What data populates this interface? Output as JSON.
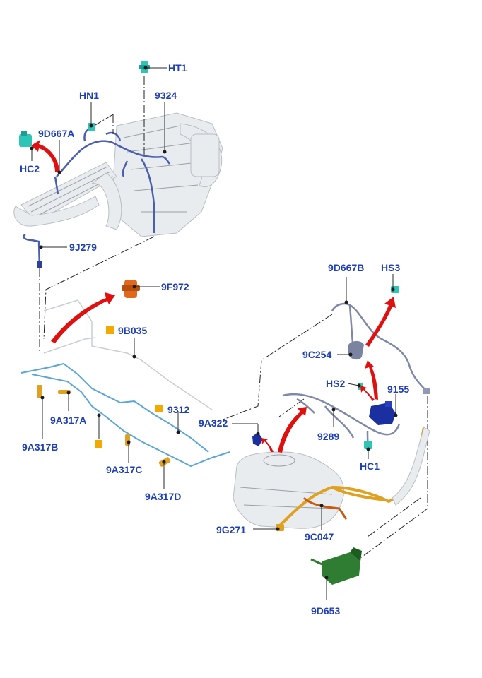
{
  "labels": {
    "ht1": "HT1",
    "hn1": "HN1",
    "p9324": "9324",
    "p9d667a": "9D667A",
    "hc2": "HC2",
    "p9j279": "9J279",
    "p9f972": "9F972",
    "p9b035": "9B035",
    "p9d667b": "9D667B",
    "hs3": "HS3",
    "p9c254": "9C254",
    "hs2": "HS2",
    "p9155": "9155",
    "p9312": "9312",
    "p9a317a": "9A317A",
    "p9a317b": "9A317B",
    "p9a317c": "9A317C",
    "p9a317d": "9A317D",
    "p9a322": "9A322",
    "p9289": "9289",
    "hc1": "HC1",
    "p9g271": "9G271",
    "p9c047": "9C047",
    "p9d653": "9D653"
  },
  "colors": {
    "callout": "#1f3fb4",
    "arrow": "#e01010",
    "connector_teal": "#2ec4b6",
    "fuel_line_blue": "#5aa6d6",
    "harness_blue": "#4a5fb0",
    "vapor_orange": "#e0a020",
    "canister_green": "#2e7d32",
    "pump_dark_blue": "#1a2fa0",
    "valve_orange": "#e06a1a",
    "clip_yellow": "#f2a900"
  }
}
